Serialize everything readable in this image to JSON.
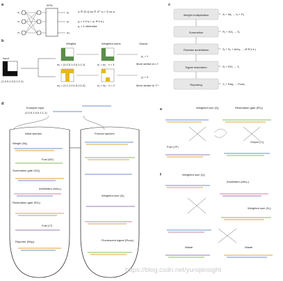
{
  "panel_labels": [
    "a",
    "b",
    "c",
    "d",
    "e",
    "f"
  ],
  "panel_a": {
    "inputs": [
      "x₁",
      "x₂",
      "xₙ"
    ],
    "box_label": "WTA",
    "outputs": [
      "y₁",
      "y₂",
      "yₘ"
    ],
    "equations": [
      "xᵢ ∈ {0,1}    wᵢⱼ ∈ ℤ⁺    sⱼ = Σᵢ wᵢⱼ xᵢ",
      "yⱼ = 1 if sⱼ > sₖ ∀ k ≠ j",
      "yⱼ = 0 otherwise"
    ]
  },
  "panel_b": {
    "input_title": "Input",
    "input_vector": "(1,0,0,1,0,0,1,1,1)",
    "columns": [
      "Weights",
      "Weighted sums",
      "Output"
    ],
    "rows": [
      {
        "weights": "w₁ = (1,0,0,1,0,0,1,1,1)",
        "sum": "s₁ = w₁ · x = 4",
        "output": "y₁ = 1",
        "note": "More similar to L?"
      },
      {
        "weights": "w₂ = (1,1,1,0,1,0,0,1,0)",
        "sum": "s₂ = w₂ · x = 2",
        "output": "y₂ = 0",
        "note": "More similar to T?"
      }
    ]
  },
  "panel_c": {
    "steps": [
      "Weight multiplication",
      "Summation",
      "Pairwise annihilation",
      "Signal restoration",
      "Reporting"
    ],
    "reactions": [
      "Xᵢ + Wᵢⱼ → Xᵢ + Pᵢⱼ",
      "Pᵢⱼ + SGⱼ → Sⱼ",
      "Sⱼ + Sₖ + Anhⱼₖ → Ø   ∀ k ≠ j",
      "Sⱼ + RGⱼ → Yⱼ",
      "Yⱼ + Repⱼ → Fluorⱼ"
    ]
  },
  "panel_d": {
    "example_title": "Example input",
    "example_vector": "(1,0,0,1,0,0,1,1,1)",
    "initial_title": "Initial species",
    "product_title": "Product species",
    "initial_labels": [
      "Weight (Wᵢⱼ)",
      "Fuel (Wᵢᶠ)",
      "Summation gate (SGⱼ)",
      "Annihilator (Anhⱼₖ)",
      "Restoration gate (RGⱼ)",
      "Fuel (Yᶠ)",
      "Reporter (Repⱼ)"
    ],
    "product_labels": [
      "Weighted sum (Sⱼ)",
      "Fluorescent signal (Fluorⱼ)"
    ]
  },
  "panel_e": {
    "labels": [
      "Weighted sum (Sⱼ)",
      "Restoration gate (RGⱼ)",
      "Fuel (YF)",
      "Output (Yⱼ)"
    ]
  },
  "panel_f": {
    "labels": [
      "Weighted sum (Sⱼ)",
      "Annihilator (Anhⱼₖ)",
      "Weighted sum (Sₖ)",
      "Waste",
      "Waste"
    ]
  },
  "watermark": "https://blog.csdn.net/yunqiinsight",
  "colors": {
    "blue_strand": "#6d8fc9",
    "orange_strand": "#e0a030",
    "green_strand": "#8ab858",
    "purple_strand": "#9a7ab8",
    "pink_strand": "#d57e9a",
    "box_fill": "#e7e7e7",
    "ink": "#222222",
    "watermark": "#c9c9c9"
  }
}
